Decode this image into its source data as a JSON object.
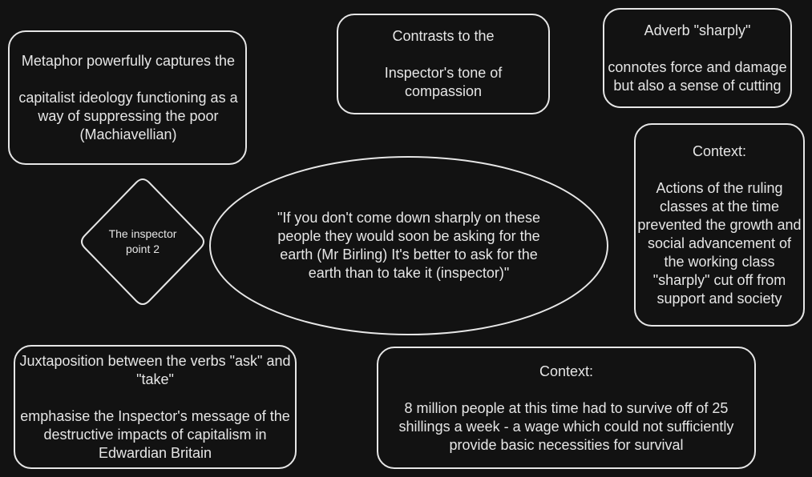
{
  "diagram": {
    "center_quote": "\"If you don't come down sharply on these people they would soon be asking for the earth (Mr Birling) It's better to ask for the earth than to take it (inspector)\"",
    "topic": "The inspector point 2",
    "metaphor_note": "Metaphor powerfully captures the\n\ncapitalist ideology functioning as a way of suppressing the poor (Machiavellian)",
    "contrast_note": "Contrasts to the\n\nInspector's tone of compassion",
    "adverb_note": "Adverb \"sharply\"\n\nconnotes force and damage but also a sense of cutting",
    "context_ruling": "Context:\n\nActions of the ruling classes at the time prevented the growth and social advancement of the working class \"sharply\" cut off from support and society",
    "juxtaposition_note": "Juxtaposition between the verbs \"ask\" and \"take\"\n\nemphasise the Inspector's message of the destructive impacts of capitalism in Edwardian Britain",
    "context_wages": "Context:\n\n8 million people at this time had to survive off of 25 shillings a week - a wage which could not sufficiently provide basic necessities for survival"
  },
  "colors": {
    "background": "#121212",
    "stroke": "#e6e6e6",
    "text": "#e6e6e6"
  }
}
